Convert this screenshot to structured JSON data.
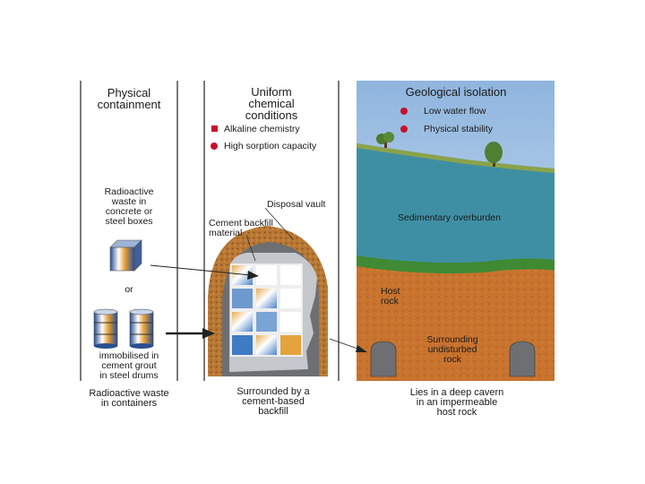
{
  "panel1": {
    "title": "Physical\ncontainment",
    "box_label": "Radioactive\nwaste in\nconcrete or\nsteel boxes",
    "or": "or",
    "drum_label": "immobilised in\ncement grout\nin steel drums",
    "caption": "Radioactive waste\nin containers"
  },
  "panel2": {
    "title": "Uniform\nchemical\nconditions",
    "bullets": [
      "Alkaline chemistry",
      "High sorption capacity"
    ],
    "vault_label": "Disposal vault",
    "backfill_label": "Cement backfill\nmaterial",
    "caption": "Surrounded by a\ncement-based\nbackfill"
  },
  "panel3": {
    "title": "Geological isolation",
    "bullets": [
      "Low water flow",
      "Physical stability"
    ],
    "overburden_label": "Sedimentary overburden",
    "host_label": "Host\nrock",
    "undisturbed_label": "Surrounding\nundisturbed\nrock",
    "caption": "Lies in a deep cavern\nin an impermeable\nhost rock"
  },
  "colors": {
    "bullet": "#c8102e",
    "sky": "#a9c9e6",
    "water_layer": "#3f8fa4",
    "green_layer": "#3f8a33",
    "host_rock": "#c8732e",
    "backfill": "#b9772f"
  }
}
